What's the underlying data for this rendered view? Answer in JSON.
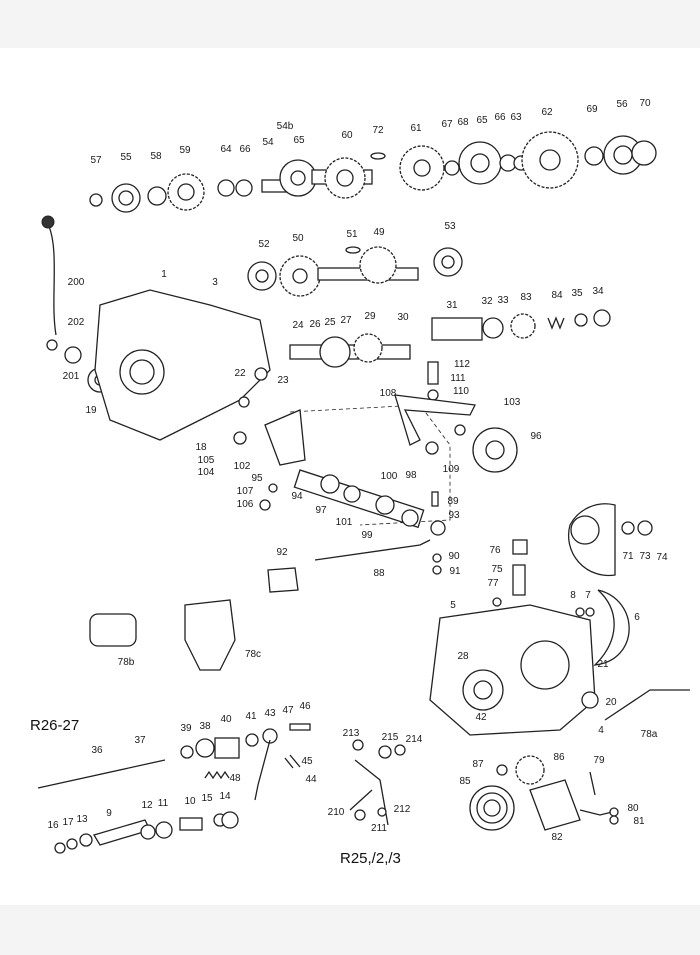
{
  "diagram": {
    "captions": {
      "left_model": "R26-27",
      "right_model": "R25,/2,/3"
    },
    "labels": [
      {
        "id": "57",
        "text": "57"
      },
      {
        "id": "55",
        "text": "55"
      },
      {
        "id": "58",
        "text": "58"
      },
      {
        "id": "59",
        "text": "59"
      },
      {
        "id": "64",
        "text": "64"
      },
      {
        "id": "66a",
        "text": "66"
      },
      {
        "id": "54",
        "text": "54"
      },
      {
        "id": "54b",
        "text": "54b"
      },
      {
        "id": "65a",
        "text": "65"
      },
      {
        "id": "60",
        "text": "60"
      },
      {
        "id": "72",
        "text": "72"
      },
      {
        "id": "61",
        "text": "61"
      },
      {
        "id": "67",
        "text": "67"
      },
      {
        "id": "68",
        "text": "68"
      },
      {
        "id": "65b",
        "text": "65"
      },
      {
        "id": "66b",
        "text": "66"
      },
      {
        "id": "63",
        "text": "63"
      },
      {
        "id": "62",
        "text": "62"
      },
      {
        "id": "69",
        "text": "69"
      },
      {
        "id": "56",
        "text": "56"
      },
      {
        "id": "70",
        "text": "70"
      },
      {
        "id": "200",
        "text": "200"
      },
      {
        "id": "1",
        "text": "1"
      },
      {
        "id": "3",
        "text": "3"
      },
      {
        "id": "52",
        "text": "52"
      },
      {
        "id": "50",
        "text": "50"
      },
      {
        "id": "51",
        "text": "51"
      },
      {
        "id": "49",
        "text": "49"
      },
      {
        "id": "53",
        "text": "53"
      },
      {
        "id": "202",
        "text": "202"
      },
      {
        "id": "201",
        "text": "201"
      },
      {
        "id": "19",
        "text": "19"
      },
      {
        "id": "24",
        "text": "24"
      },
      {
        "id": "26",
        "text": "26"
      },
      {
        "id": "25",
        "text": "25"
      },
      {
        "id": "27",
        "text": "27"
      },
      {
        "id": "29",
        "text": "29"
      },
      {
        "id": "30",
        "text": "30"
      },
      {
        "id": "31",
        "text": "31"
      },
      {
        "id": "32",
        "text": "32"
      },
      {
        "id": "33",
        "text": "33"
      },
      {
        "id": "83",
        "text": "83"
      },
      {
        "id": "84",
        "text": "84"
      },
      {
        "id": "35",
        "text": "35"
      },
      {
        "id": "34",
        "text": "34"
      },
      {
        "id": "22",
        "text": "22"
      },
      {
        "id": "23",
        "text": "23"
      },
      {
        "id": "112",
        "text": "112"
      },
      {
        "id": "111",
        "text": "111"
      },
      {
        "id": "110",
        "text": "110"
      },
      {
        "id": "108",
        "text": "108"
      },
      {
        "id": "103",
        "text": "103"
      },
      {
        "id": "96",
        "text": "96"
      },
      {
        "id": "18",
        "text": "18"
      },
      {
        "id": "105",
        "text": "105"
      },
      {
        "id": "104",
        "text": "104"
      },
      {
        "id": "102",
        "text": "102"
      },
      {
        "id": "95",
        "text": "95"
      },
      {
        "id": "107",
        "text": "107"
      },
      {
        "id": "106",
        "text": "106"
      },
      {
        "id": "94",
        "text": "94"
      },
      {
        "id": "97",
        "text": "97"
      },
      {
        "id": "101",
        "text": "101"
      },
      {
        "id": "100",
        "text": "100"
      },
      {
        "id": "98",
        "text": "98"
      },
      {
        "id": "89",
        "text": "89"
      },
      {
        "id": "93",
        "text": "93"
      },
      {
        "id": "99",
        "text": "99"
      },
      {
        "id": "109",
        "text": "109"
      },
      {
        "id": "92",
        "text": "92"
      },
      {
        "id": "88",
        "text": "88"
      },
      {
        "id": "90",
        "text": "90"
      },
      {
        "id": "91",
        "text": "91"
      },
      {
        "id": "76",
        "text": "76"
      },
      {
        "id": "75",
        "text": "75"
      },
      {
        "id": "77",
        "text": "77"
      },
      {
        "id": "71",
        "text": "71"
      },
      {
        "id": "73",
        "text": "73"
      },
      {
        "id": "74",
        "text": "74"
      },
      {
        "id": "8",
        "text": "8"
      },
      {
        "id": "7",
        "text": "7"
      },
      {
        "id": "6",
        "text": "6"
      },
      {
        "id": "5",
        "text": "5"
      },
      {
        "id": "28",
        "text": "28"
      },
      {
        "id": "21",
        "text": "21"
      },
      {
        "id": "20",
        "text": "20"
      },
      {
        "id": "42",
        "text": "42"
      },
      {
        "id": "4",
        "text": "4"
      },
      {
        "id": "78a",
        "text": "78a"
      },
      {
        "id": "78b",
        "text": "78b"
      },
      {
        "id": "78c",
        "text": "78c"
      },
      {
        "id": "36",
        "text": "36"
      },
      {
        "id": "37",
        "text": "37"
      },
      {
        "id": "39",
        "text": "39"
      },
      {
        "id": "38",
        "text": "38"
      },
      {
        "id": "40",
        "text": "40"
      },
      {
        "id": "41",
        "text": "41"
      },
      {
        "id": "43",
        "text": "43"
      },
      {
        "id": "47",
        "text": "47"
      },
      {
        "id": "46",
        "text": "46"
      },
      {
        "id": "45",
        "text": "45"
      },
      {
        "id": "44",
        "text": "44"
      },
      {
        "id": "48",
        "text": "48"
      },
      {
        "id": "213",
        "text": "213"
      },
      {
        "id": "215",
        "text": "215"
      },
      {
        "id": "214",
        "text": "214"
      },
      {
        "id": "210",
        "text": "210"
      },
      {
        "id": "212",
        "text": "212"
      },
      {
        "id": "211",
        "text": "211"
      },
      {
        "id": "87",
        "text": "87"
      },
      {
        "id": "86",
        "text": "86"
      },
      {
        "id": "85",
        "text": "85"
      },
      {
        "id": "79",
        "text": "79"
      },
      {
        "id": "80",
        "text": "80"
      },
      {
        "id": "81",
        "text": "81"
      },
      {
        "id": "82",
        "text": "82"
      },
      {
        "id": "16",
        "text": "16"
      },
      {
        "id": "17",
        "text": "17"
      },
      {
        "id": "13",
        "text": "13"
      },
      {
        "id": "9",
        "text": "9"
      },
      {
        "id": "12",
        "text": "12"
      },
      {
        "id": "11",
        "text": "11"
      },
      {
        "id": "10",
        "text": "10"
      },
      {
        "id": "15",
        "text": "15"
      },
      {
        "id": "14",
        "text": "14"
      }
    ]
  }
}
